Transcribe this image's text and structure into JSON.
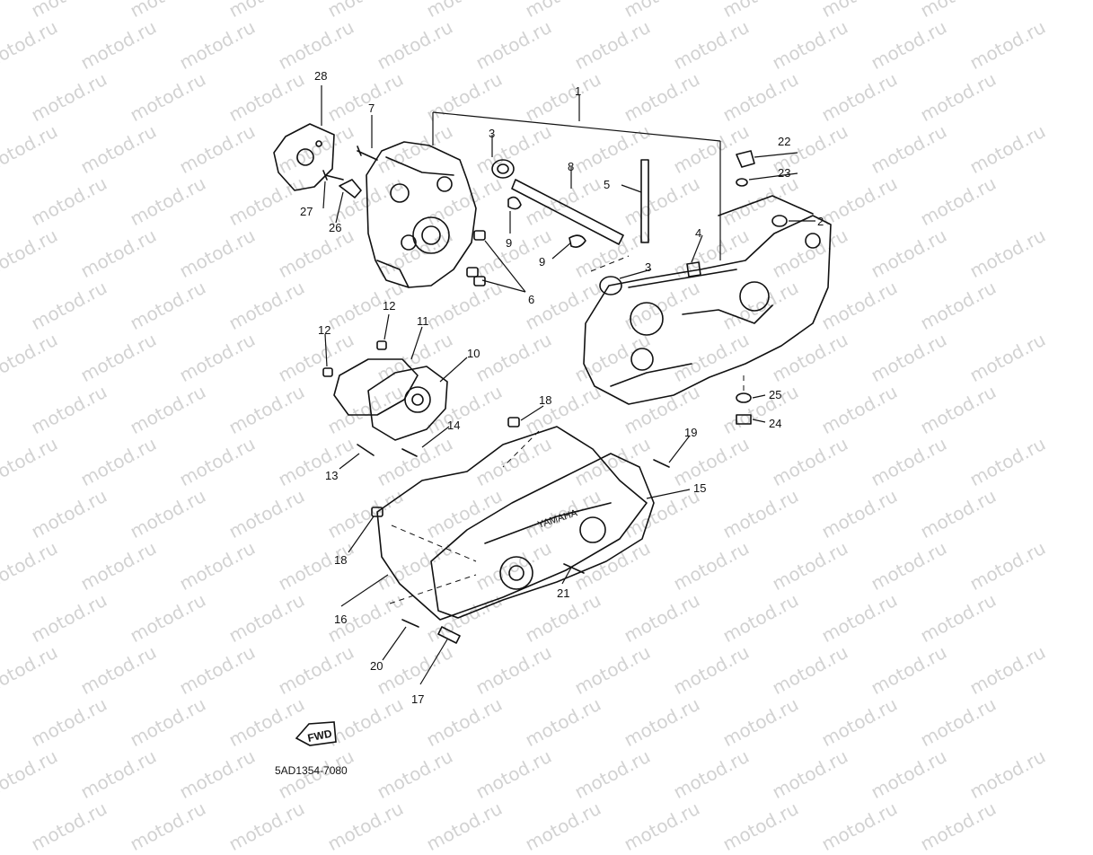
{
  "watermark_text": "motod.ru",
  "diagram_code": "5AD1354-7080",
  "direction_label": "FWD",
  "callouts": [
    {
      "id": "c1",
      "label": "1"
    },
    {
      "id": "c2",
      "label": "2"
    },
    {
      "id": "c3a",
      "label": "3"
    },
    {
      "id": "c3b",
      "label": "3"
    },
    {
      "id": "c4",
      "label": "4"
    },
    {
      "id": "c5",
      "label": "5"
    },
    {
      "id": "c6",
      "label": "6"
    },
    {
      "id": "c7",
      "label": "7"
    },
    {
      "id": "c8",
      "label": "8"
    },
    {
      "id": "c9a",
      "label": "9"
    },
    {
      "id": "c9b",
      "label": "9"
    },
    {
      "id": "c10",
      "label": "10"
    },
    {
      "id": "c11",
      "label": "11"
    },
    {
      "id": "c12a",
      "label": "12"
    },
    {
      "id": "c12b",
      "label": "12"
    },
    {
      "id": "c13",
      "label": "13"
    },
    {
      "id": "c14",
      "label": "14"
    },
    {
      "id": "c15",
      "label": "15"
    },
    {
      "id": "c16",
      "label": "16"
    },
    {
      "id": "c17",
      "label": "17"
    },
    {
      "id": "c18a",
      "label": "18"
    },
    {
      "id": "c18b",
      "label": "18"
    },
    {
      "id": "c19",
      "label": "19"
    },
    {
      "id": "c20",
      "label": "20"
    },
    {
      "id": "c21",
      "label": "21"
    },
    {
      "id": "c22",
      "label": "22"
    },
    {
      "id": "c23",
      "label": "23"
    },
    {
      "id": "c24",
      "label": "24"
    },
    {
      "id": "c25",
      "label": "25"
    },
    {
      "id": "c26",
      "label": "26"
    },
    {
      "id": "c27",
      "label": "27"
    },
    {
      "id": "c28",
      "label": "28"
    }
  ],
  "colors": {
    "ink": "#111111",
    "watermark": "#c8c8c8",
    "paper": "#ffffff"
  }
}
